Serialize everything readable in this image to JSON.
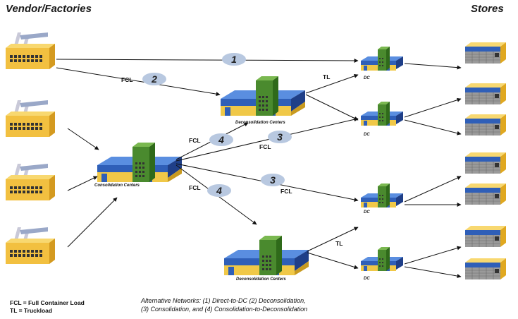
{
  "headers": {
    "left": "Vendor/Factories",
    "right": "Stores"
  },
  "labels": {
    "consolidation": "Consolidation Centers",
    "deconsolidation": "Deconsolidation Centers",
    "dc": "DC",
    "fcl": "FCL",
    "tl": "TL"
  },
  "route_numbers": [
    "1",
    "2",
    "3",
    "4"
  ],
  "legend": {
    "fcl": "FCL = Full Container Load",
    "tl": "TL = Truckload"
  },
  "caption": {
    "line1": "Alternative Networks: (1) Direct-to-DC (2) Deconsolidation,",
    "line2": "(3) Consolidation, and (4) Consolidation-to-Deconsolidation"
  },
  "colors": {
    "factory": "#f2c040",
    "building_green": "#4a8a2e",
    "roof_blue": "#2f5fb8",
    "base_yellow": "#f0c848",
    "store_gray": "#9a9a9a",
    "oval": "#b8c8e0"
  }
}
